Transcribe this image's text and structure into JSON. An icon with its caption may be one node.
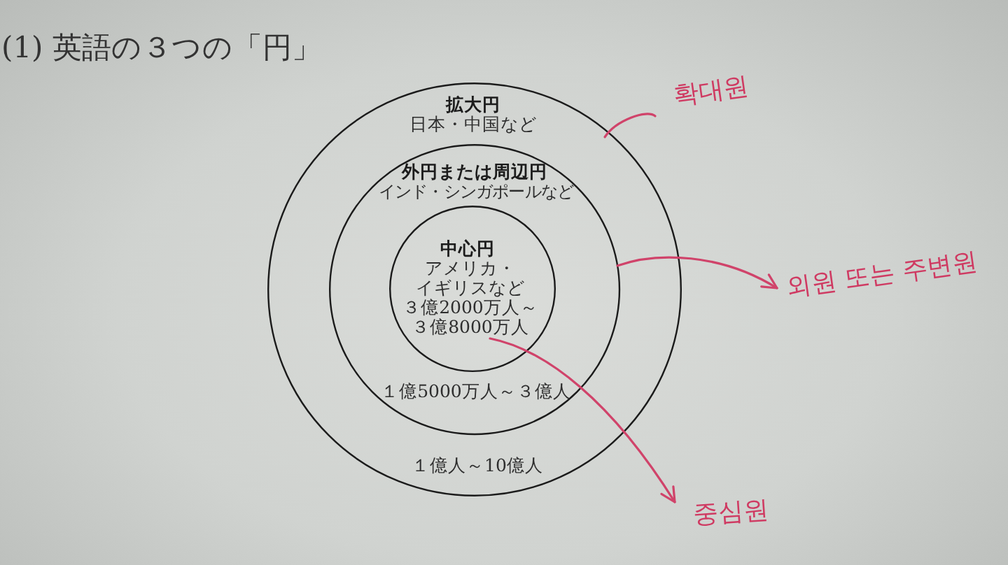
{
  "diagram": {
    "title": "(1) 英語の３つの「円」",
    "nodes": [
      {
        "text": [
          "拡大円",
          "日本・中国など",
          "１億人～10億人"
        ]
      },
      {
        "text": [
          "外円または周辺円",
          "インド・シンガポールなど",
          "１億5000万人～３億人"
        ],
        "in": 0
      },
      {
        "text": [
          "中心円",
          "アメリカ・イギリスなど",
          "３億2000万人～３億8000万人"
        ],
        "in": 1
      },
      {
        "text": [
          "확대원"
        ]
      },
      {
        "text": [
          "외원 또는 주변원"
        ]
      },
      {
        "text": [
          "중심원"
        ]
      }
    ],
    "edges": [
      {
        "from": 0,
        "to": 3,
        "arrow": "none"
      },
      {
        "from": 1,
        "to": 4,
        "arrow": "to"
      },
      {
        "from": 2,
        "to": 5,
        "arrow": "to"
      }
    ]
  }
}
